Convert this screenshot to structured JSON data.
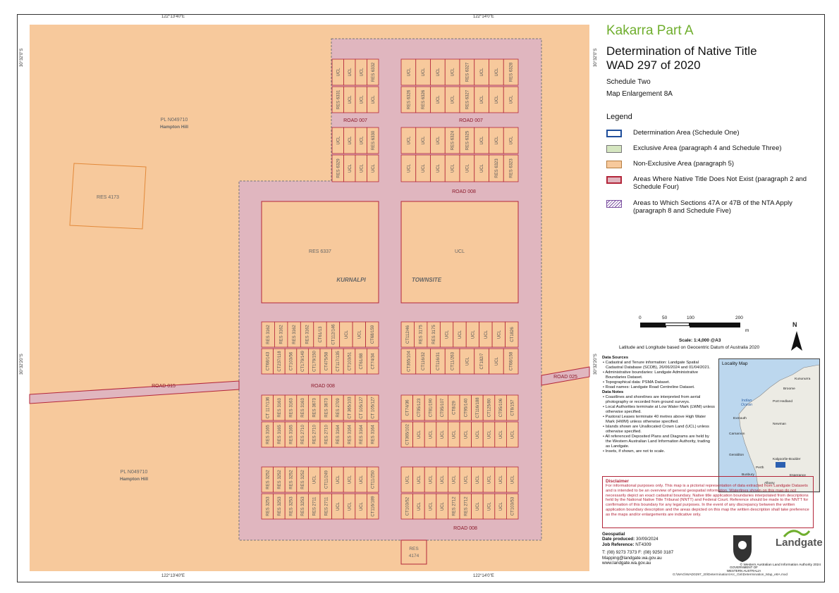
{
  "header": {
    "project": "Kakarra Part A",
    "title_line1": "Determination of Native Title",
    "title_line2": "WAD 297 of 2020",
    "schedule": "Schedule Two",
    "enlargement": "Map Enlargement 8A"
  },
  "colors": {
    "non_exclusive": "#f7c99c",
    "nt_not_exist": "#e0b6bf",
    "lot_border": "#b3263a",
    "lot_fill": "#f7c99c",
    "determination_border": "#1f4e9b",
    "exclusive": "#d5e6c0",
    "res4173_border": "#e2893a",
    "boundary_dashed": "#777777"
  },
  "legend": {
    "title": "Legend",
    "items": [
      {
        "label": "Determination Area (Schedule One)",
        "type": "determination"
      },
      {
        "label": "Exclusive Area (paragraph 4 and Schedule Three)",
        "type": "exclusive"
      },
      {
        "label": "Non-Exclusive Area (paragraph 5)",
        "type": "non_exclusive"
      },
      {
        "label": "Areas Where Native Title Does Not Exist (paragraph 2 and Schedule Four)",
        "type": "nt_not_exist"
      },
      {
        "label": "Areas to Which Sections 47A or 47B of the NTA Apply (paragraph 8 and Schedule Five)",
        "type": "hatched"
      }
    ]
  },
  "scale": {
    "ticks": [
      "0",
      "50",
      "100",
      "200"
    ],
    "unit": "m",
    "ratio": "Scale: 1:4,000 @A3",
    "datum": "Latitude and Longitude based on Geocentric Datum of Australia 2020",
    "north": "N"
  },
  "coords": {
    "top_left": "122°13'40\"E",
    "top_right": "122°14'0\"E",
    "bottom_left": "122°13'40\"E",
    "bottom_right": "122°14'0\"E",
    "left_top": "30°32'0\"S",
    "left_bottom": "30°32'20\"S",
    "right_top": "30°32'0\"S",
    "right_bottom": "30°32'20\"S"
  },
  "map_labels": {
    "pl_top": "PL N049710",
    "pl_top_sub": "Hampton Hill",
    "pl_bottom": "PL N049710",
    "pl_bottom_sub": "Hampton Hill",
    "res4173": "RES 4173",
    "res6337": "RES 6337",
    "ucl_big": "UCL",
    "kurnalpi": "KURNALPI",
    "townsite": "TOWNSITE",
    "road015": "ROAD 015",
    "road025": "ROAD 025",
    "road008_top": "ROAD 008",
    "road008_mid": "ROAD 008",
    "road008_bot": "ROAD 008",
    "road007_left": "ROAD 007",
    "road007_right": "ROAD 007",
    "res4174_line1": "RES",
    "res4174_line2": "4174"
  },
  "lot_rows": {
    "top_left_1": [
      "UCL",
      "UCL",
      "UCL",
      "RES 6332"
    ],
    "top_left_2": [
      "RES 6331",
      "UCL",
      "UCL",
      "UCL"
    ],
    "top_left_3": [
      "UCL",
      "UCL",
      "UCL",
      "RES 6330"
    ],
    "top_left_4": [
      "RES 6329",
      "UCL",
      "UCL",
      "UCL"
    ],
    "top_right_1": [
      "UCL",
      "UCL",
      "UCL",
      "UCL",
      "RES 6327",
      "UCL",
      "UCL",
      "RES 6328"
    ],
    "top_right_2": [
      "RES 6326",
      "RES 6326",
      "UCL",
      "UCL",
      "RES 6327",
      "UCL",
      "UCL",
      "UCL"
    ],
    "top_right_3": [
      "UCL",
      "UCL",
      "UCL",
      "RES 6324",
      "RES 6325",
      "UCL",
      "UCL",
      "UCL"
    ],
    "top_right_4": [
      "UCL",
      "UCL",
      "UCL",
      "UCL",
      "UCL",
      "UCL",
      "RES 6323",
      "RES 6323"
    ],
    "mid_left_1": [
      "RES 3162",
      "RES 3162",
      "RES 3162",
      "RES 3162",
      "CT61/13",
      "CT112/146",
      "UCL",
      "UCL",
      "CT68/159"
    ],
    "mid_left_2": [
      "CT68/143",
      "CT237/118",
      "CT103/56",
      "CT179/149",
      "CT179/150",
      "CT475/58",
      "CT117/135",
      "CT103/51",
      "CT61/88",
      "CT74/34"
    ],
    "mid_right_1": [
      "CT112/46",
      "RES 3175",
      "RES 3175",
      "UCL",
      "UCL",
      "UCL",
      "UCL",
      "UCL",
      "CT1826"
    ],
    "mid_right_2": [
      "CT365/104",
      "CT116/32",
      "CT116/31",
      "CT11/263",
      "UCL",
      "CT182/7",
      "UCL",
      "CT68/158"
    ],
    "low_left_1": [
      "CT 117/136",
      "RES 3163",
      "RES 3163",
      "RES 3163",
      "RES 3673",
      "RES 3673",
      "RES 2709",
      "CT 365/103",
      "CT 105/127",
      "CT 105/127"
    ],
    "low_left_2": [
      "RES 3165",
      "RES 3165",
      "RES 3165",
      "RES 2710",
      "RES 2710",
      "RES 2710",
      "RES 3164",
      "RES 3164",
      "RES 3164",
      "RES 3164"
    ],
    "low_right_1": [
      "CT74/36",
      "CT95/123",
      "CT81/190",
      "CT95/107",
      "CT8/29",
      "CT95/140",
      "CT116/188",
      "CT125/80",
      "CT95/106",
      "CT8/157"
    ],
    "low_right_2": [
      "CT365/102",
      "UCL",
      "UCL",
      "UCL",
      "UCL",
      "UCL",
      "UCL",
      "UCL",
      "UCL",
      "UCL"
    ],
    "bot_left_1": [
      "RES 3252",
      "RES 3252",
      "RES 3252",
      "RES 3252",
      "UCL",
      "CT11/249",
      "UCL",
      "UCL",
      "UCL",
      "CT11/250"
    ],
    "bot_left_2": [
      "RES 3253",
      "RES 3253",
      "RES 3253",
      "RES 3253",
      "RES 2711",
      "RES 2711",
      "UCL",
      "UCL",
      "UCL",
      "CT116/189"
    ],
    "bot_right_1": [
      "UCL",
      "UCL",
      "UCL",
      "UCL",
      "UCL",
      "UCL",
      "UCL",
      "UCL",
      "UCL",
      "UCL"
    ],
    "bot_right_2": [
      "CT103/52",
      "UCL",
      "UCL",
      "UCL",
      "RES 2712",
      "RES 2712",
      "UCL",
      "UCL",
      "UCL",
      "CT103/53"
    ]
  },
  "data_sources": {
    "heading": "Data Sources",
    "items": [
      "• Cadastral and Tenure information: Landgate Spatial Cadastral Database (SCDB), 26/06/2024 and 01/04/2021.",
      "• Administrative boundaries: Landgate Administrative Boundaries Dataset.",
      "• Topographical data: PSMA Dataset.",
      "• Road names: Landgate Road Centreline Dataset."
    ],
    "notes_heading": "Data Notes",
    "notes": [
      "• Coastlines and shorelines are interpreted from aerial photography or recorded from ground surveys.",
      "• Local Authorities terminate at Low Water Mark (LWM) unless otherwise specified.",
      "• Pastoral Leases terminate 40 metres above High Water Mark (HWM) unless otherwise specified.",
      "• Islands shown are Unallocated Crown Land (UCL) unless otherwise specified.",
      "• All referenced Deposited Plans and Diagrams are held by the Western Australian Land Information Authority, trading as Landgate.",
      "• Insets, if shown, are not to scale."
    ]
  },
  "locality_map": {
    "title": "Locality Map",
    "ocean": "Indian Ocean",
    "places": [
      "Kununurra",
      "Broome",
      "Port Hedland",
      "Exmouth",
      "Newman",
      "Carnarvon",
      "Geraldton",
      "Kalgoorlie-Boulder",
      "Perth",
      "Bunbury",
      "Esperance",
      "Albany"
    ]
  },
  "disclaimer": {
    "heading": "Disclaimer",
    "text": "For informational purposes only. This map is a pictorial representation of data extracted from Landgate Datasets and is intended to be an overview of general geospatial information. Waterlines shown on this map do not necessarily depict an exact cadastral boundary. Native title application boundaries interpolated from descriptions held by the National Native Title Tribunal (NNTT) and Federal Court. Reference should be made to the NNTT for confirmation of this boundary for any legal purposes. In the event of any discrepancy between the written application boundary description and the areas depicted on this map the written description shall take preference as the maps and/or enlargements are indicative only."
  },
  "geospatial": {
    "heading": "Geospatial",
    "date_label": "Date produced:",
    "date_value": "30/09/2024",
    "job_label": "Job Reference:",
    "job_value": "NT4309",
    "phone": "T: (08) 9273 7373   F: (08) 9250 3187",
    "email": "Mapping@landgate.wa.gov.au",
    "web": "www.landgate.wa.gov.au"
  },
  "branding": {
    "crest_caption": "GOVERNMENT OF WESTERN AUSTRALIA",
    "landgate": "Landgate",
    "copyright": "© Western Australian Land Information Authority 2024"
  },
  "file_path": "G:\\WAG\\WAD0297_20\\Determination\\Arc_Gis\\Determination_Map_e8A.mxd"
}
